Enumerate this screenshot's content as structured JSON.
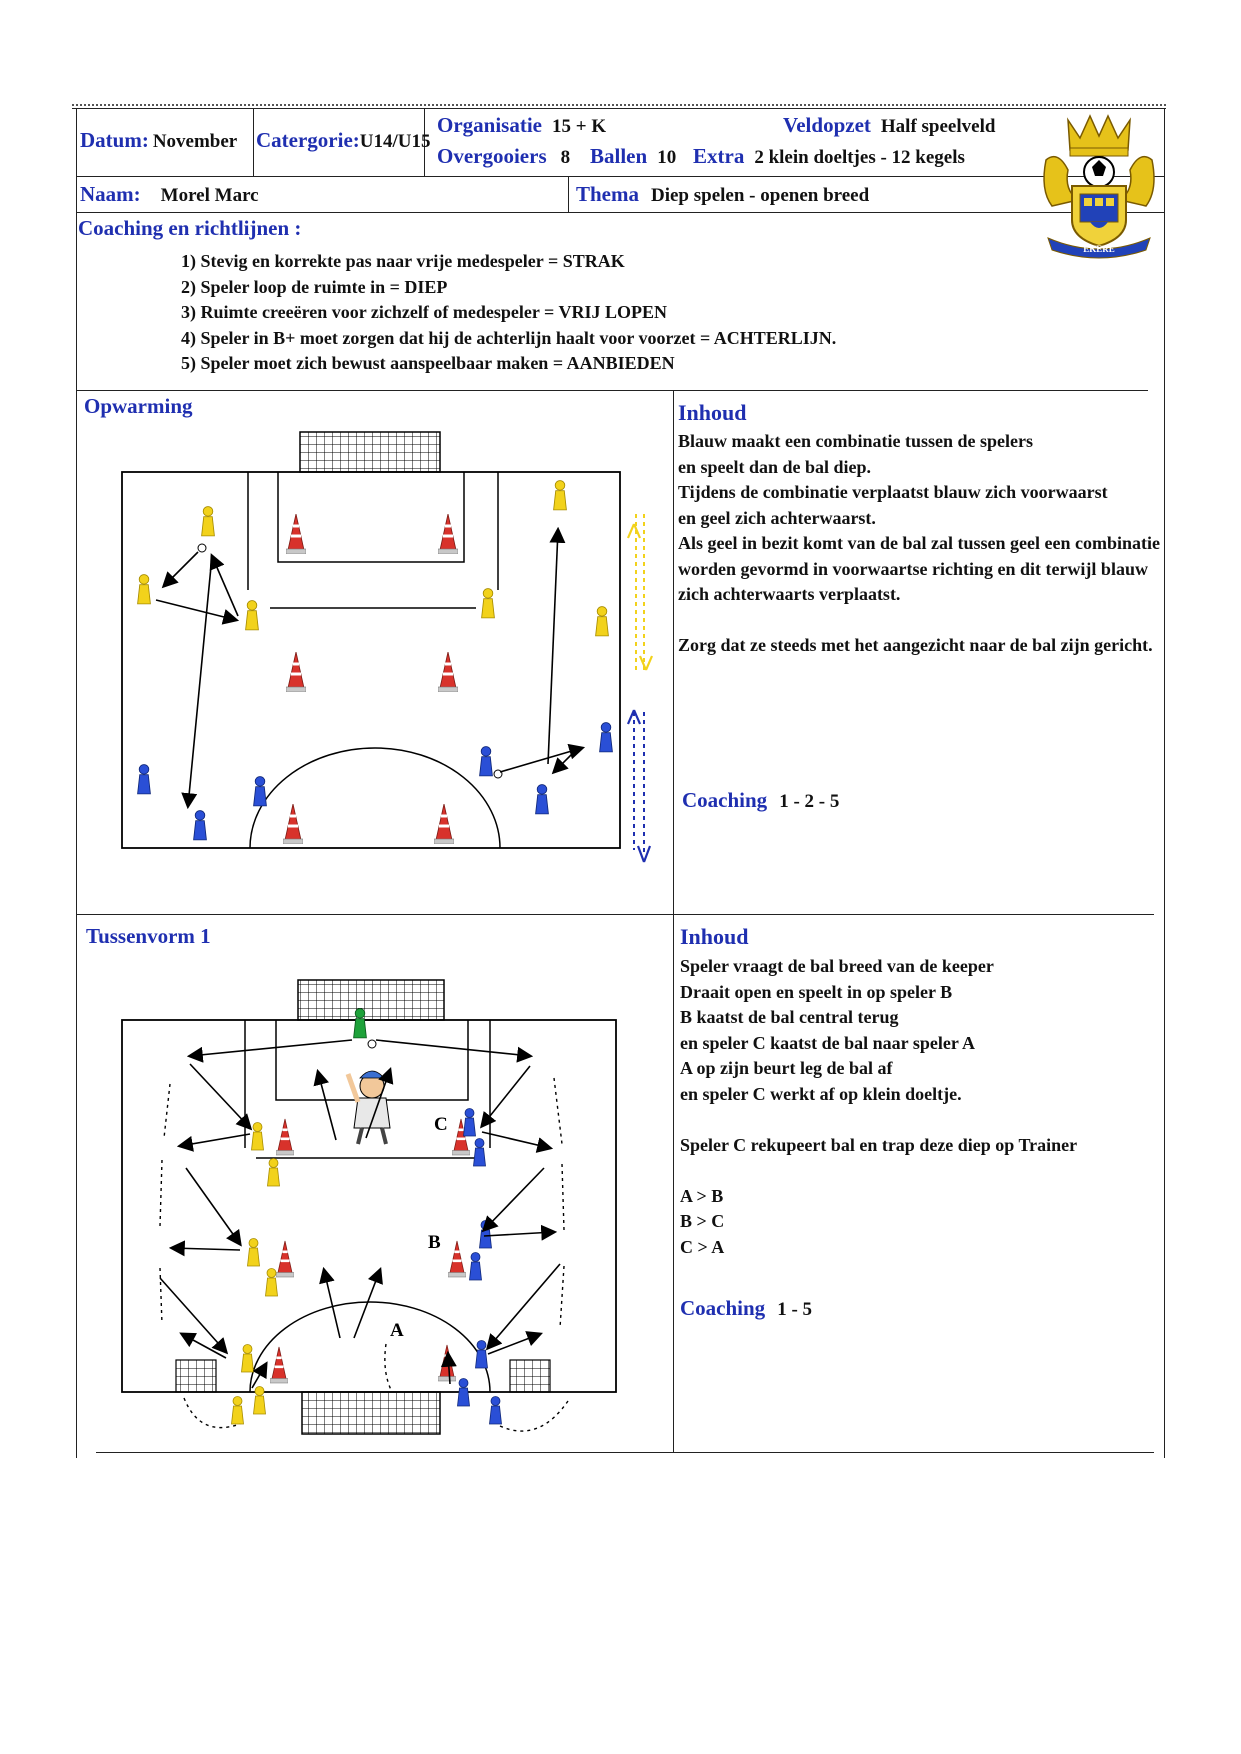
{
  "header": {
    "datum_label": "Datum:",
    "datum_value": "November",
    "categorie_label": "Catergorie:",
    "categorie_value": "U14/U15",
    "organisatie_label": "Organisatie",
    "organisatie_value": "15 + K",
    "veldopzet_label": "Veldopzet",
    "veldopzet_value": "Half speelveld",
    "overgooiers_label": "Overgooiers",
    "overgooiers_value": "8",
    "ballen_label": "Ballen",
    "ballen_value": "10",
    "extra_label": "Extra",
    "extra_value": "2 klein doeltjes - 12 kegels",
    "naam_label": "Naam:",
    "naam_value": "Morel Marc",
    "thema_label": "Thema",
    "thema_value": "Diep spelen - openen breed",
    "logo_text": "EKERE"
  },
  "coaching": {
    "title": "Coaching en richtlijnen :",
    "items": [
      "1) Stevig en korrekte pas naar vrije medespeler = STRAK",
      "2) Speler loop de ruimte in = DIEP",
      "3) Ruimte creeëren voor zichzelf of medespeler = VRIJ LOPEN",
      "4) Speler in B+ moet zorgen dat hij de achterlijn haalt voor voorzet = ACHTERLIJN.",
      "5) Speler moet zich bewust aanspeelbaar maken = AANBIEDEN"
    ]
  },
  "section1": {
    "title": "Opwarming",
    "inhoud_label": "Inhoud",
    "lines": [
      "Blauw maakt een combinatie tussen de spelers",
      "en speelt dan de bal diep.",
      "Tijdens de combinatie verplaatst blauw zich voorwaarst",
      "en geel zich achterwaarst.",
      "Als geel in bezit komt van de bal zal tussen geel een combinatie",
      "worden gevormd in voorwaartse richting en dit terwijl blauw",
      "zich achterwaarts verplaatst.",
      "",
      "Zorg dat ze steeds met het aangezicht naar de bal zijn gericht."
    ],
    "coaching_label": "Coaching",
    "coaching_value": "1 - 2 - 5"
  },
  "section2": {
    "title": "Tussenvorm 1",
    "inhoud_label": "Inhoud",
    "lines": [
      "Speler vraagt de bal breed van de keeper",
      "Draait open en speelt in op speler B",
      "B kaatst de bal central terug",
      "en speler C kaatst de bal naar speler A",
      "A op zijn beurt leg de bal af",
      "en speler C werkt af op klein doeltje.",
      "",
      "Speler C rekupeert bal en trap deze diep op Trainer",
      "",
      "A > B",
      "B > C",
      "C > A"
    ],
    "coaching_label": "Coaching",
    "coaching_value": "1 - 5",
    "player_labels": [
      "A",
      "B",
      "C"
    ]
  },
  "colors": {
    "accent_blue": "#1f2fb0",
    "player_yellow": "#f2d21b",
    "player_blue": "#2a4fd6",
    "player_green": "#1ea23a",
    "cone_red": "#d8322b"
  }
}
